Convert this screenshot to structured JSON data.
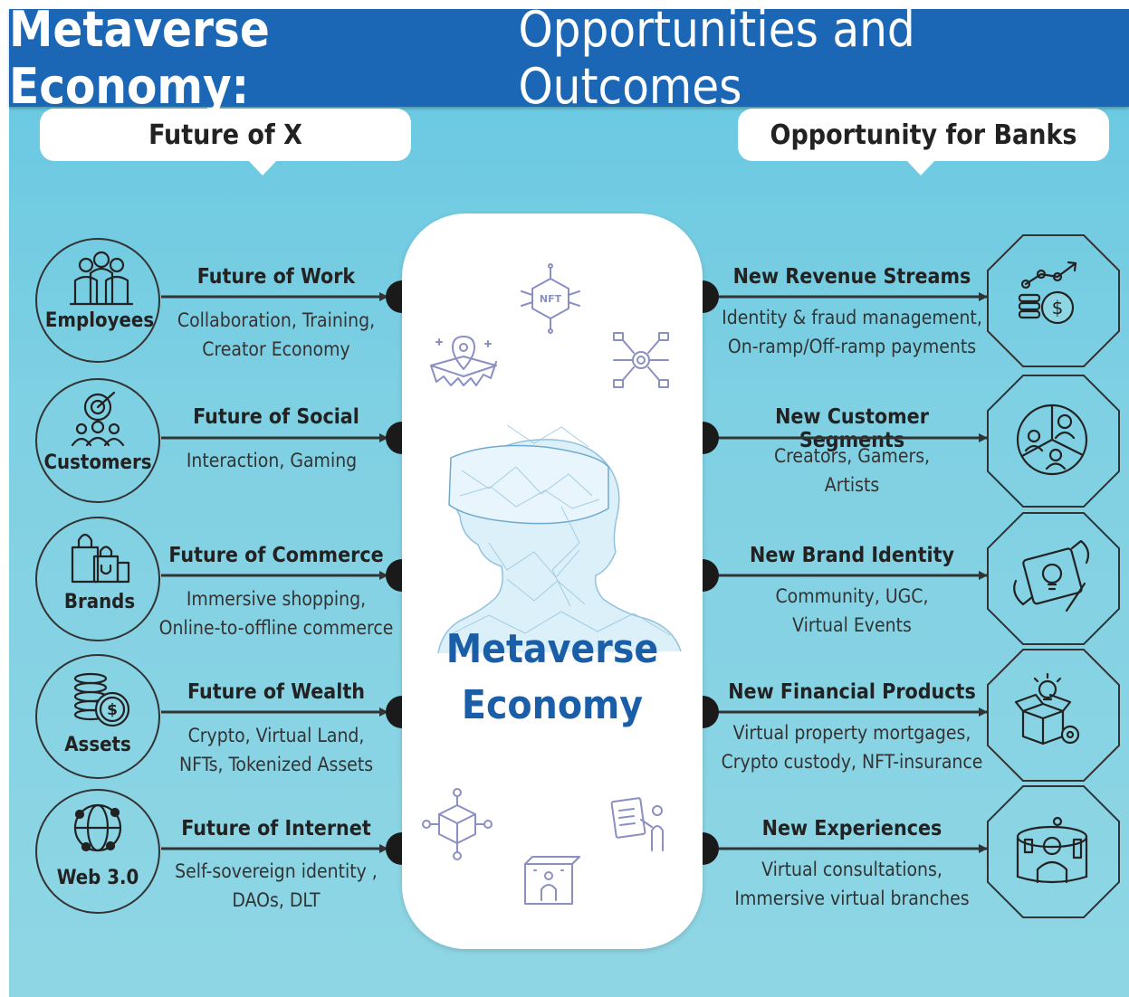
{
  "title": {
    "bold": "Metaverse Economy:",
    "light": "Opportunities and Outcomes"
  },
  "left_callout": "Future of X",
  "right_callout": "Opportunity for Banks",
  "center": {
    "line1": "Metaverse",
    "line2": "Economy",
    "icon_labels": {
      "nft": "NFT"
    }
  },
  "left_rows": [
    {
      "circle": "Employees",
      "title": "Future of Work",
      "desc": [
        "Collaboration, Training,",
        "Creator Economy"
      ],
      "icon": "people-group-icon"
    },
    {
      "circle": "Customers",
      "title": "Future of Social",
      "desc": [
        "Interaction, Gaming"
      ],
      "icon": "target-audience-icon"
    },
    {
      "circle": "Brands",
      "title": "Future of Commerce",
      "desc": [
        "Immersive shopping,",
        "Online-to-offline commerce"
      ],
      "icon": "shopping-bags-icon"
    },
    {
      "circle": "Assets",
      "title": "Future of Wealth",
      "desc": [
        "Crypto, Virtual Land,",
        "NFTs, Tokenized Assets"
      ],
      "icon": "coin-stack-icon"
    },
    {
      "circle": "Web 3.0",
      "title": "Future of Internet",
      "desc": [
        "Self-sovereign identity ,",
        "DAOs, DLT"
      ],
      "icon": "globe-network-icon"
    }
  ],
  "right_rows": [
    {
      "title": "New Revenue Streams",
      "desc": [
        "Identity & fraud management,",
        "On-ramp/Off-ramp payments"
      ],
      "icon": "revenue-growth-icon"
    },
    {
      "title": "New Customer Segments",
      "desc": [
        "Creators, Gamers,",
        "Artists"
      ],
      "icon": "customer-segments-icon"
    },
    {
      "title": "New Brand Identity",
      "desc": [
        "Community, UGC,",
        "Virtual Events"
      ],
      "icon": "brand-idea-icon"
    },
    {
      "title": "New Financial Products",
      "desc": [
        "Virtual property mortgages,",
        "Crypto custody, NFT-insurance"
      ],
      "icon": "product-box-icon"
    },
    {
      "title": "New Experiences",
      "desc": [
        "Virtual consultations,",
        "Immersive virtual branches"
      ],
      "icon": "virtual-experience-icon"
    }
  ],
  "colors": {
    "header": "#1b67b5",
    "center_text": "#1b5ea8",
    "icon_line": "#8a8fc4",
    "ink": "#222222"
  }
}
